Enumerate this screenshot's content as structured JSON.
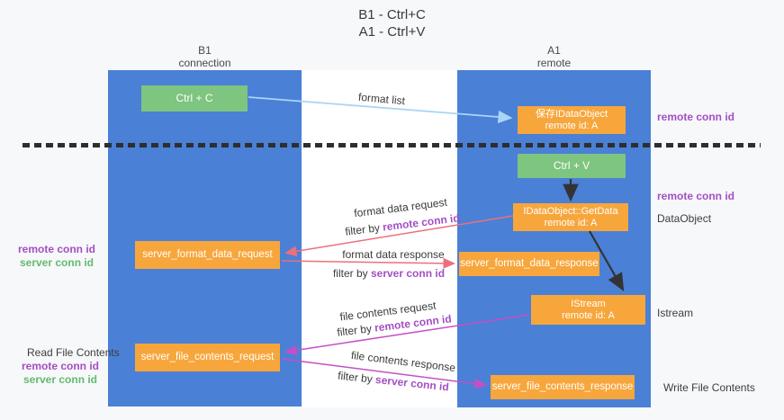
{
  "title": {
    "line1": "B1 - Ctrl+C",
    "line2": "A1 - Ctrl+V"
  },
  "lanes": {
    "left": {
      "title": "B1",
      "subtitle": "connection"
    },
    "right": {
      "title": "A1",
      "subtitle": "remote"
    }
  },
  "nodes": {
    "ctrl_c": "Ctrl + C",
    "ctrl_v": "Ctrl + V",
    "save_dataobject_l1": "保存IDataObject",
    "save_dataobject_l2": "remote id: A",
    "getdata_l1": "IDataObject::GetData",
    "getdata_l2": "remote id: A",
    "istream_l1": "IStream",
    "istream_l2": "remote id: A",
    "server_format_data_request": "server_format_data_request",
    "server_format_data_response": "server_format_data_response",
    "server_file_contents_request": "server_file_contents_request",
    "server_file_contents_response": "server_file_contents_response"
  },
  "edge_labels": {
    "format_list": "format list",
    "format_data_request": "format data request",
    "format_data_response": "format data response",
    "file_contents_request": "file contents request",
    "file_contents_response": "file contents response",
    "filter_by": "filter by ",
    "remote_conn_id": "remote conn id",
    "server_conn_id": "server conn id"
  },
  "side_labels": {
    "remote_conn_id_top_right": "remote conn id",
    "remote_conn_id_mid_right": "remote conn id",
    "dataobject": "DataObject",
    "istream": "Istream",
    "write_file_contents": "Write File Contents",
    "read_file_contents": "Read File Contents",
    "remote_conn_id_left": "remote conn id",
    "server_conn_id_left": "server conn id",
    "remote_conn_id_left2": "remote conn id",
    "server_conn_id_left2": "server conn id"
  },
  "colors": {
    "lane_blue": "#4a80d6",
    "node_green": "#7ec57f",
    "node_orange": "#f7a63c",
    "arrow_salmon": "#ec6f7d",
    "arrow_magenta": "#c44fc8",
    "arrow_lightblue": "#a8d5f5",
    "arrow_black": "#333333",
    "label_purple": "#a44fc3",
    "label_green": "#63bb6e",
    "background": "#f7f8fa",
    "mid_band": "#ffffff"
  }
}
